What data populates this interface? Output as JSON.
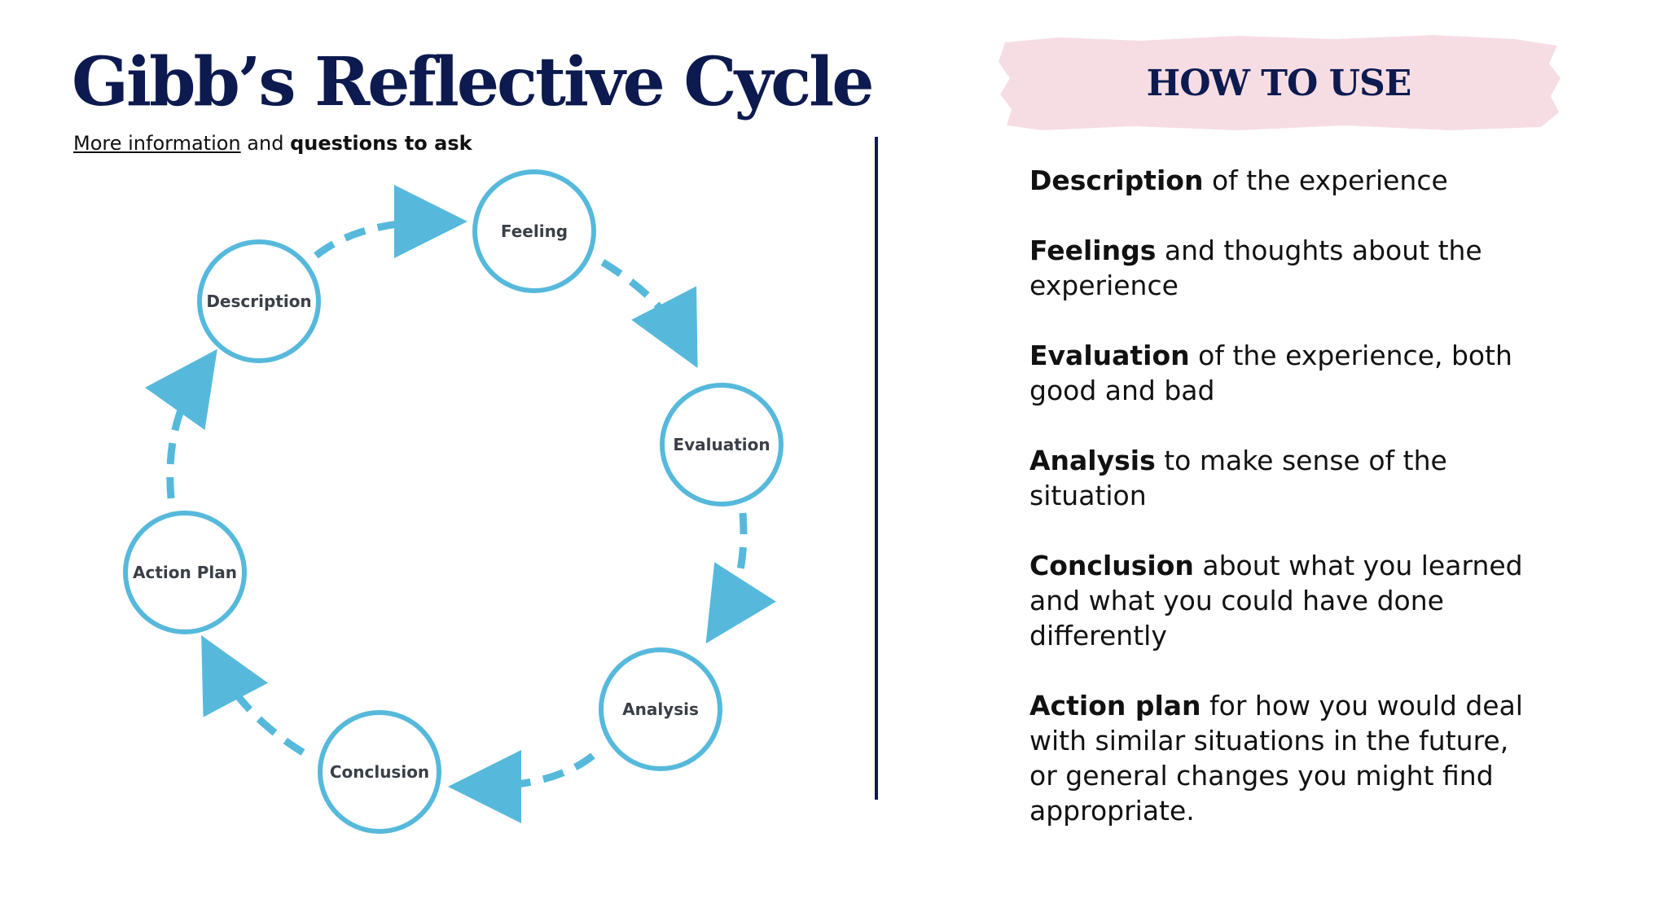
{
  "header": {
    "title": "Gibb’s Reflective Cycle",
    "more_info_link": "More information",
    "and_text": "and",
    "questions_text": "questions to ask"
  },
  "diagram": {
    "stages": [
      "Feeling",
      "Evaluation",
      "Analysis",
      "Conclusion",
      "Action Plan",
      "Description"
    ],
    "colors": {
      "circle": "#56b9dc",
      "arrow": "#56b9dc",
      "label": "#3a3f47"
    }
  },
  "how_to_use": {
    "title": "HOW TO USE",
    "banner_color": "#f6dde4",
    "items": [
      {
        "term": "Description",
        "text": "of the experience"
      },
      {
        "term": "Feelings",
        "text": "and thoughts about the experience"
      },
      {
        "term": "Evaluation",
        "text": "of the experience, both good and bad"
      },
      {
        "term": "Analysis",
        "text": "to make sense of the situation"
      },
      {
        "term": "Conclusion",
        "text": "about what you learned and what you could have done differently"
      },
      {
        "term": "Action plan",
        "text": "for how you would deal with similar situations in the future, or general changes you might find appropriate."
      }
    ]
  },
  "colors": {
    "navy": "#0d1a4f"
  }
}
